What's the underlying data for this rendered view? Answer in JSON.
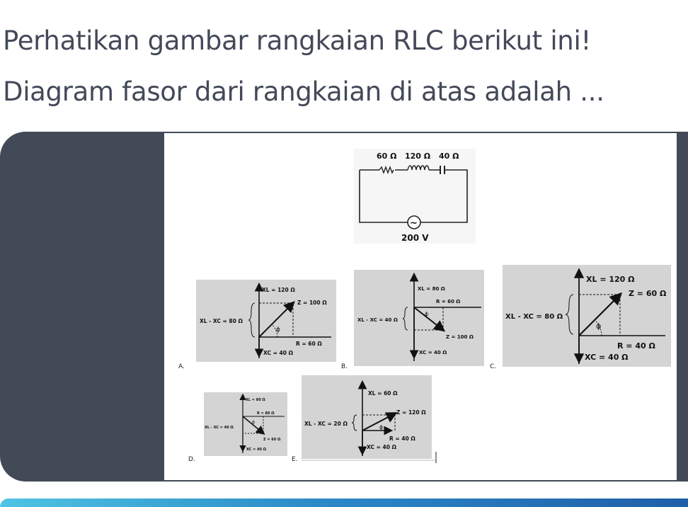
{
  "question": {
    "line1": "Perhatikan gambar rangkaian RLC berikut ini!",
    "line2": "Diagram fasor dari rangkaian di atas adalah ..."
  },
  "circuit": {
    "r": "60 Ω",
    "l": "120 Ω",
    "c": "40 Ω",
    "source_symbol": "~",
    "voltage": "200 V"
  },
  "options": {
    "A": {
      "letter": "A.",
      "xl": "XL = 120 Ω",
      "z": "Z = 100 Ω",
      "xlxc": "XL - XC = 80 Ω",
      "phi": "ϕ",
      "r": "R = 60 Ω",
      "xc": "XC = 40 Ω"
    },
    "B": {
      "letter": "B.",
      "xl": "XL = 80 Ω",
      "r": "R = 60 Ω",
      "xlxc": "XL - XC = 40 Ω",
      "phi": "ϕ",
      "z": "Z = 100 Ω",
      "xc": "XC = 40 Ω"
    },
    "C": {
      "letter": "C.",
      "xl": "XL = 120 Ω",
      "z": "Z = 60 Ω",
      "xlxc": "XL - XC = 80 Ω",
      "phi": "ϕ",
      "r": "R = 40 Ω",
      "xc": "XC = 40 Ω"
    },
    "D": {
      "letter": "D.",
      "xl": "XL = 80 Ω",
      "r": "R = 80 Ω",
      "xlxc": "XL - XC = 40 Ω",
      "phi": "ϕ",
      "z": "Z = 60 Ω",
      "xc": "XC = 40 Ω"
    },
    "E": {
      "letter": "E.",
      "xl": "XL = 60 Ω",
      "z": "Z = 120 Ω",
      "xlxc": "XL - XC = 20 Ω",
      "phi": "ϕ",
      "r": "R = 40 Ω",
      "xc": "XC = 40 Ω"
    }
  },
  "colors": {
    "card": "#424957",
    "panel": "#d4d4d4",
    "bar_start": "#4fc4e3",
    "bar_end": "#1f5ea8"
  }
}
